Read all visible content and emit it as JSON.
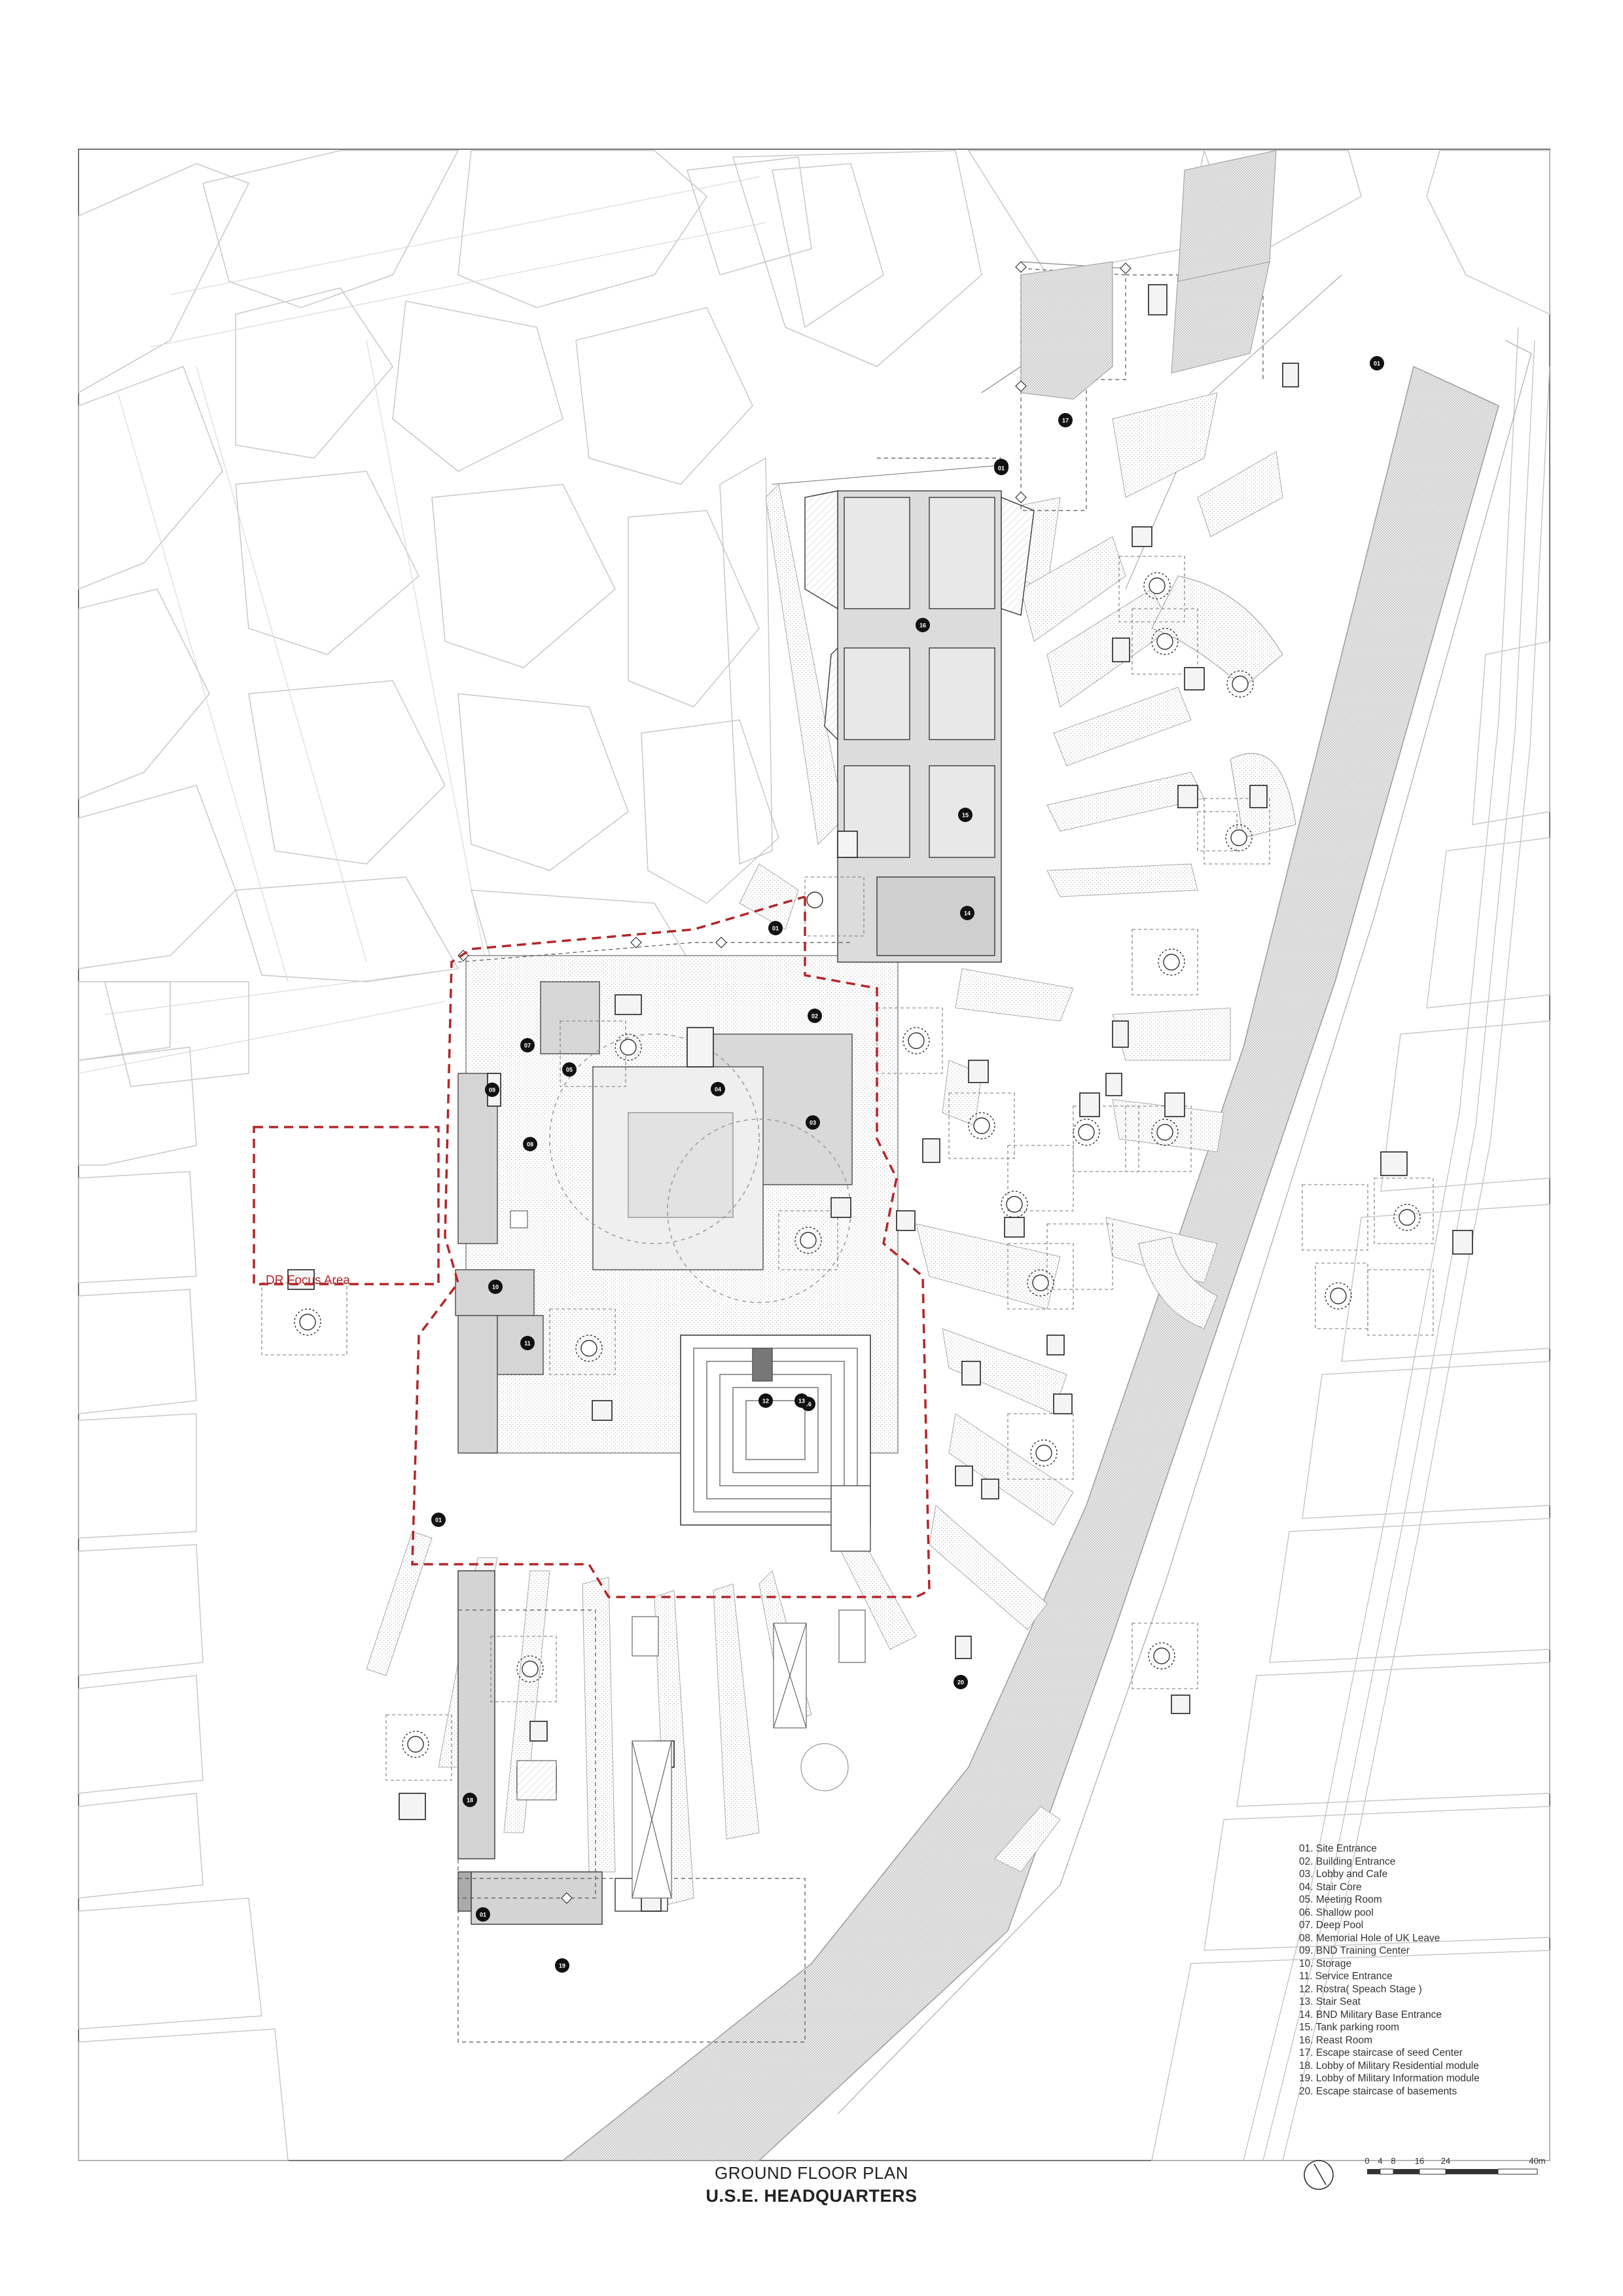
{
  "focus_area_label": "DR Focus Area",
  "title": "GROUND FLOOR PLAN",
  "subtitle": "U.S.E. HEADQUARTERS",
  "legend": [
    "01. Site Entrance",
    "02. Building Entrance",
    "03. Lobby and Cafe",
    "04. Stair Core",
    "05. Meeting Room",
    "06. Shallow pool",
    "07. Deep Pool",
    "08. Memorial Hole of UK Leave",
    "09. BND Training Center",
    "10. Storage",
    "11. Service Entrance",
    "12. Rostra( Speach Stage )",
    "13. Stair Seat",
    "14. BND Military Base Entrance",
    "15. Tank parking room",
    "16. Reast Room",
    "17. Escape staircase of seed Center",
    "18. Lobby of Military Residential module",
    "19. Lobby of Military Information module",
    "20. Escape staircase of basements"
  ],
  "scale_bar": {
    "ticks": [
      "0",
      "4",
      "8",
      "16",
      "24",
      "40m"
    ]
  },
  "markers": [
    "01",
    "01",
    "01",
    "01",
    "01",
    "01",
    "02",
    "03",
    "04",
    "05",
    "06",
    "07",
    "08",
    "09",
    "10",
    "11",
    "12",
    "13",
    "14",
    "15",
    "16",
    "17",
    "18",
    "19",
    "20"
  ],
  "colors": {
    "focus": "#b3262a",
    "line": "#9a9a9a",
    "dark": "#111111",
    "fill": "#dddddd"
  }
}
